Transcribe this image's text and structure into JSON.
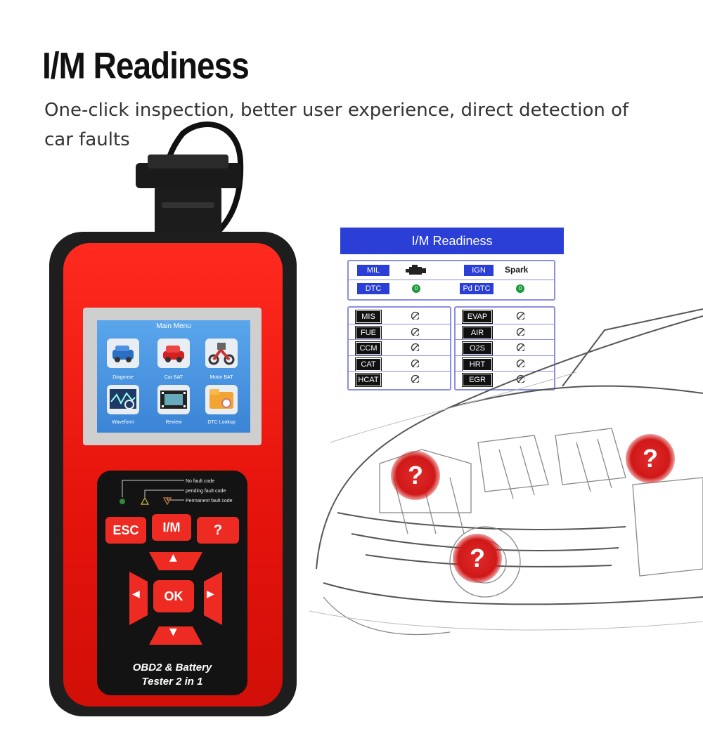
{
  "header": {
    "title": "I/M Readiness",
    "subtitle": "One-click inspection, better user experience, direct detection of car faults"
  },
  "device": {
    "screen_title": "Main Menu",
    "menu_items": [
      {
        "label": "Diagnose",
        "icon": "car-wrench-icon"
      },
      {
        "label": "Car BAT",
        "icon": "car-battery-icon"
      },
      {
        "label": "Motor BAT",
        "icon": "motorcycle-battery-icon"
      },
      {
        "label": "Waveform",
        "icon": "waveform-icon"
      },
      {
        "label": "Review",
        "icon": "film-icon"
      },
      {
        "label": "DTC Lookup",
        "icon": "folder-search-icon"
      }
    ],
    "legend": [
      "No fault code",
      "pending fault code",
      "Permanent fault code"
    ],
    "keys": {
      "esc": "ESC",
      "im": "I/M",
      "help": "?",
      "up": "▲",
      "down": "▼",
      "left": "◀",
      "right": "▶",
      "ok": "OK"
    },
    "label_line1": "OBD2 & Battery",
    "label_line2": "Tester 2 in 1"
  },
  "readiness": {
    "title": "I/M Readiness",
    "top": {
      "mil": "MIL",
      "mil_icon": "engine-icon",
      "ign": "IGN",
      "ign_value": "Spark",
      "dtc": "DTC",
      "dtc_value": "0",
      "pd_dtc": "Pd DTC",
      "pd_dtc_value": "0"
    },
    "left_monitors": [
      "MIS",
      "FUE",
      "CCM",
      "CAT",
      "HCAT"
    ],
    "right_monitors": [
      "EVAP",
      "AIR",
      "O2S",
      "HRT",
      "EGR"
    ],
    "status_icon": "not-supported-icon"
  },
  "car": {
    "fault_markers": [
      "?",
      "?",
      "?"
    ]
  },
  "colors": {
    "brand_red": "#e6140c",
    "panel_blue": "#2b3fd6",
    "ok_green": "#1a9a3a"
  }
}
